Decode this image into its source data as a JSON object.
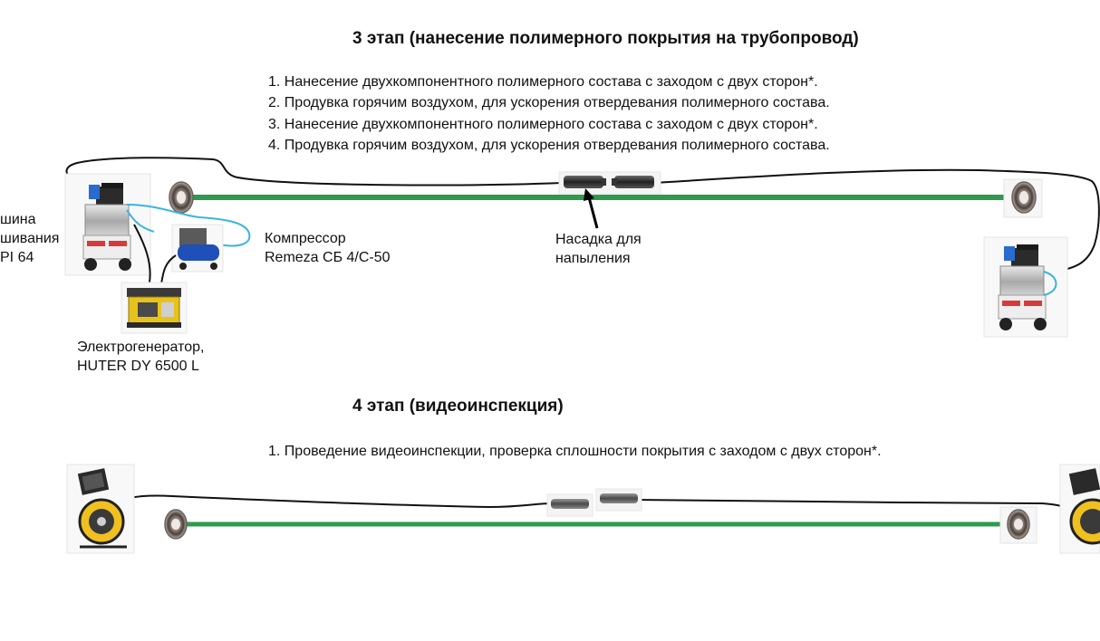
{
  "stage3": {
    "title": "3 этап (нанесение полимерного покрытия на трубопровод)",
    "steps": [
      "1. Нанесение двухкомпонентного полимерного состава с заходом с двух сторон*.",
      "2. Продувка горячим воздухом, для ускорения отвердевания полимерного состава.",
      "3. Нанесение двухкомпонентного полимерного состава с заходом с двух сторон*.",
      "4. Продувка горячим воздухом, для ускорения отвердевания полимерного состава."
    ],
    "machine_label": [
      "шина",
      "шивания",
      "PI 64"
    ],
    "compressor_label": [
      "Компрессор",
      "Remeza СБ 4/С-50"
    ],
    "generator_label": [
      "Электрогенератор,",
      "HUTER DY 6500 L"
    ],
    "nozzle_label": [
      "Насадка для",
      "напыления"
    ]
  },
  "stage4": {
    "title": "4 этап (видеоинспекция)",
    "steps": [
      "1. Проведение видеоинспекции, проверка сплошности покрытия с заходом с двух сторон*."
    ]
  },
  "colors": {
    "pipe": "#2e9a4e",
    "cable": "#111111",
    "air_hose": "#3ab4e0",
    "machine_blue": "#2a6bd0",
    "generator_yellow": "#e8c21a",
    "compressor_blue": "#1f4fb8",
    "reel_yellow": "#f0c020"
  },
  "icons": [
    "spraying-machine-icon",
    "compressor-icon",
    "generator-icon",
    "spray-nozzle-icon",
    "pipe-end-icon",
    "video-inspection-reel-icon",
    "camera-head-icon"
  ]
}
